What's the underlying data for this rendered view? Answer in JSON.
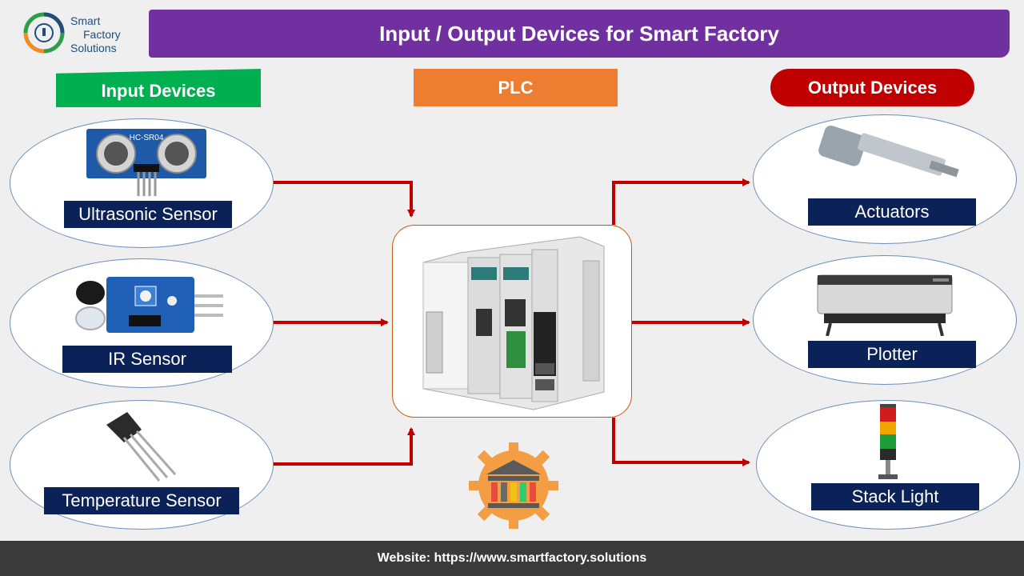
{
  "brand": {
    "line1": "Smart",
    "line2": "Factory",
    "line3": "Solutions",
    "color": "#1f4e79"
  },
  "title": "Input / Output Devices for Smart Factory",
  "headers": {
    "input": "Input Devices",
    "plc": "PLC",
    "output": "Output Devices"
  },
  "inputs": [
    {
      "label": "Ultrasonic Sensor",
      "icon": "ultrasonic-sensor-icon",
      "printed": "HC-SR04"
    },
    {
      "label": "IR Sensor",
      "icon": "ir-sensor-icon"
    },
    {
      "label": "Temperature Sensor",
      "icon": "temperature-sensor-icon"
    }
  ],
  "outputs": [
    {
      "label": "Actuators",
      "icon": "linear-actuator-icon"
    },
    {
      "label": "Plotter",
      "icon": "plotter-icon"
    },
    {
      "label": "Stack Light",
      "icon": "stack-light-icon"
    }
  ],
  "plc_icon": "plc-module-icon",
  "footer": "Website: https://www.smartfactory.solutions",
  "colors": {
    "title_bar": "#7030a0",
    "input_header": "#00b050",
    "plc_header": "#ed7d31",
    "output_header": "#c00000",
    "label_bg": "#0b2258",
    "arrow": "#c00000",
    "footer_bg": "#3a3a3a"
  }
}
